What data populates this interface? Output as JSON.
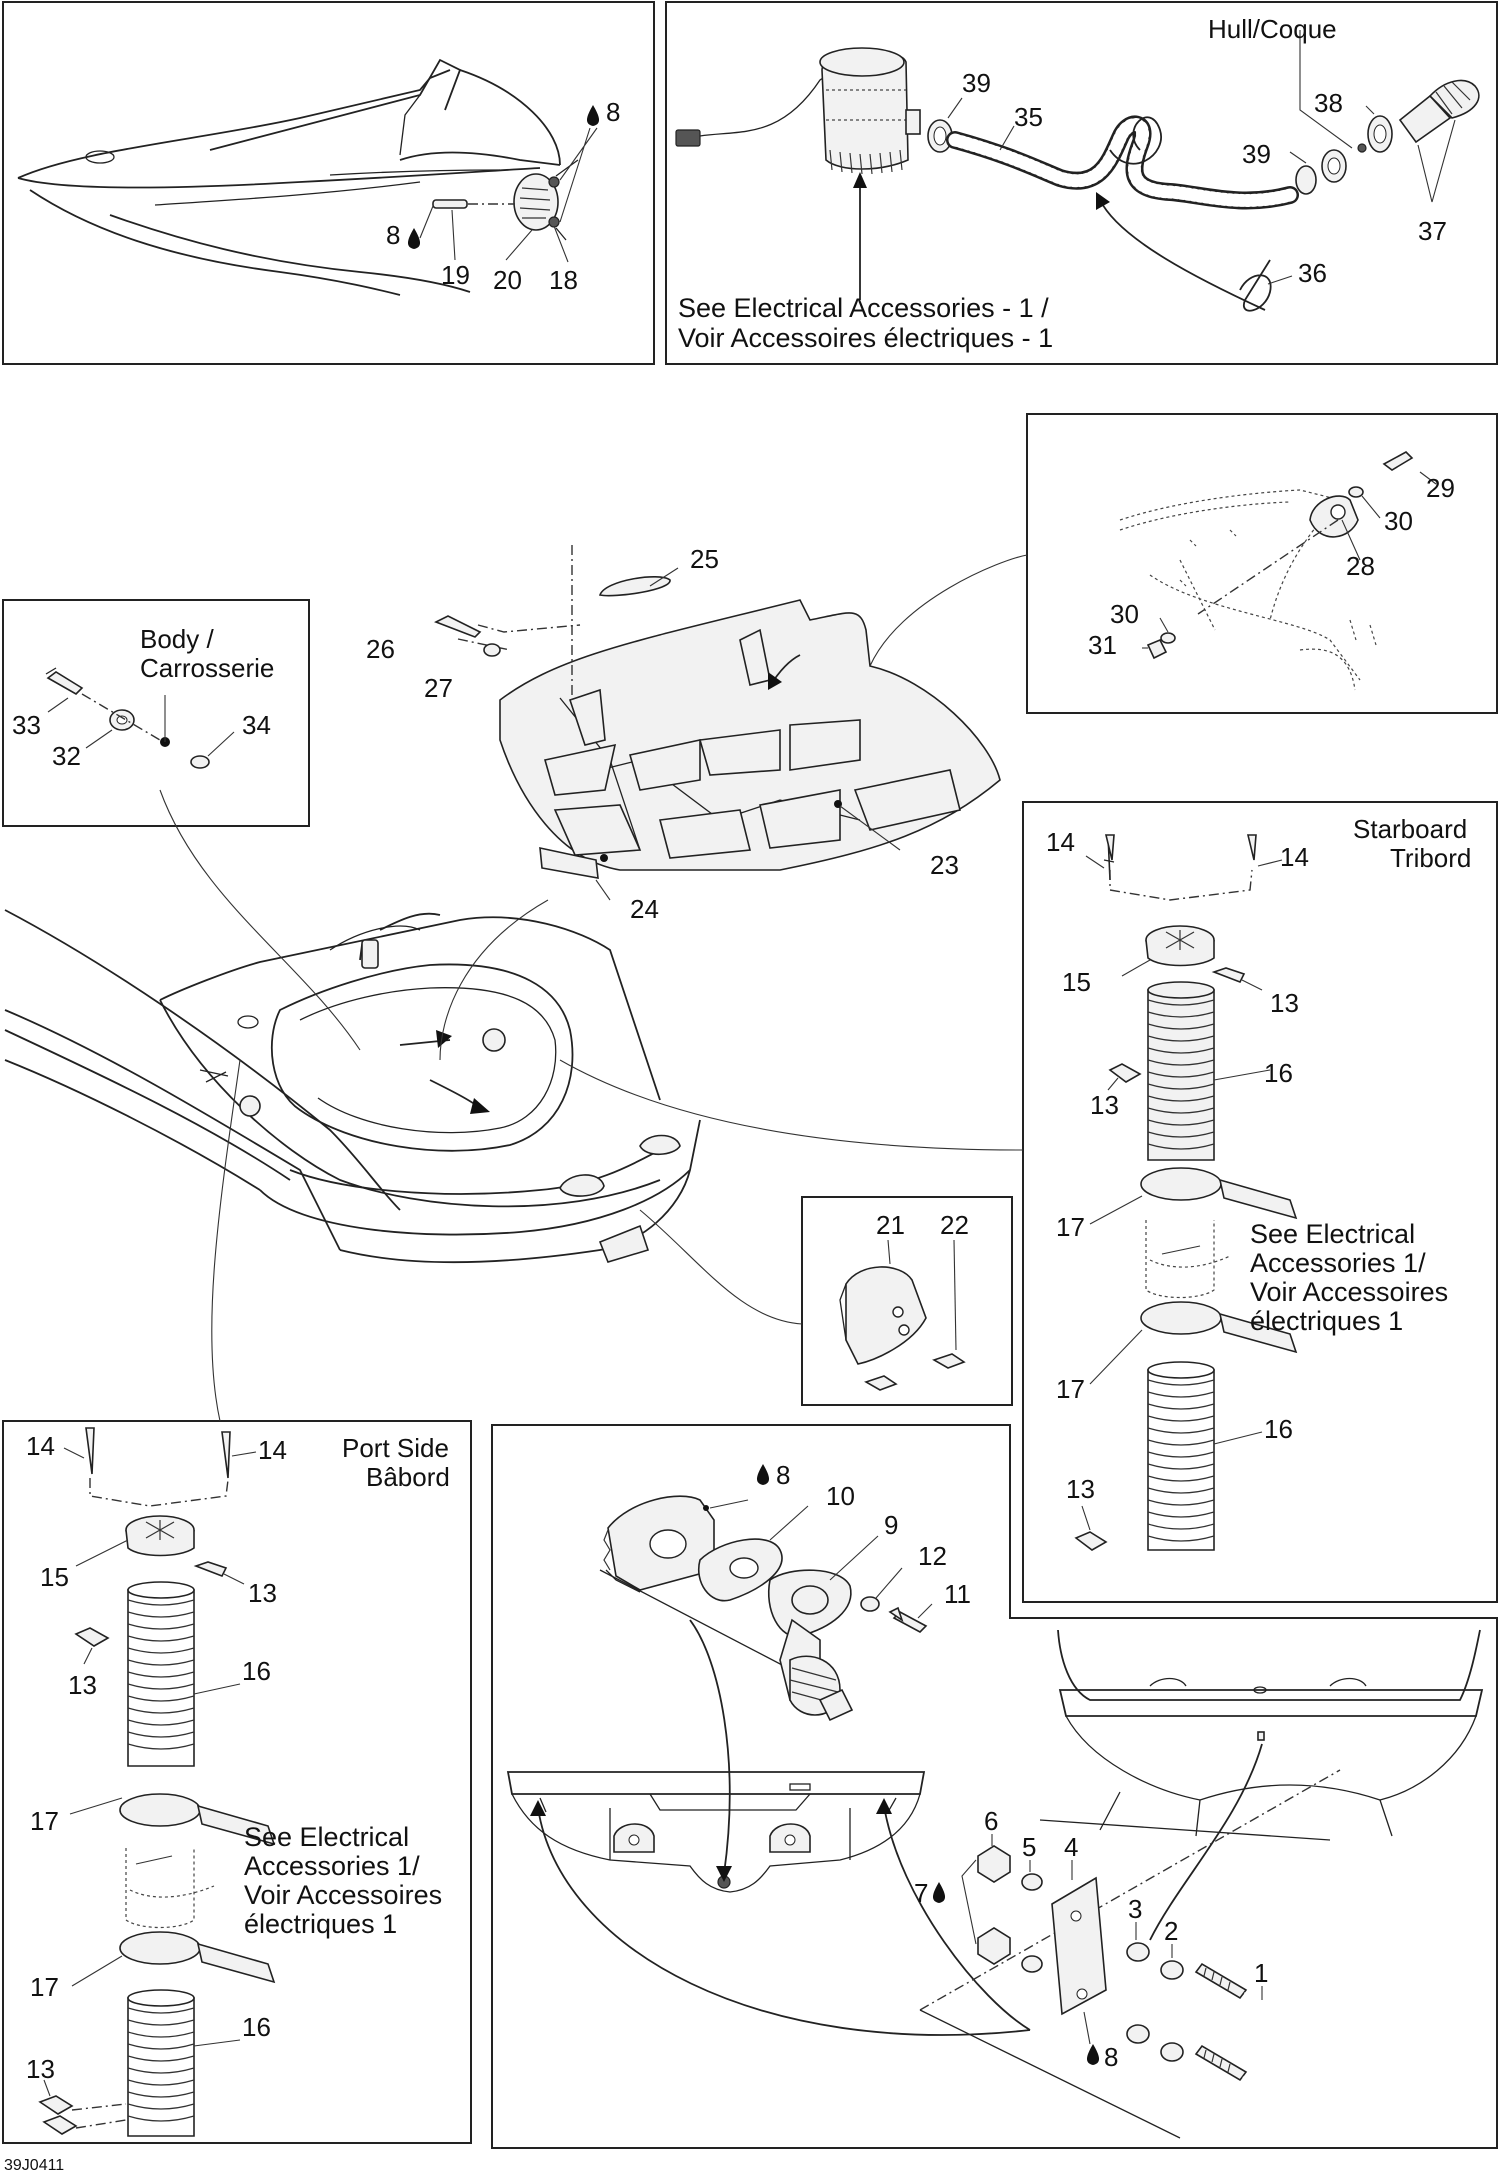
{
  "diagram_code": "39J0411",
  "panels": {
    "hull": {
      "title": "Hull/Coque"
    },
    "body": {
      "title_line1": "Body /",
      "title_line2": "Carrosserie"
    },
    "starboard": {
      "title_line1": "Starboard",
      "title_line2": "Tribord"
    },
    "port": {
      "title_line1": "Port Side",
      "title_line2": "Bâbord"
    }
  },
  "notes": {
    "electrical_top": {
      "line1": "See Electrical Accessories - 1 /",
      "line2": "Voir Accessoires électriques - 1"
    },
    "electrical_starboard": {
      "line1": "See Electrical",
      "line2": "Accessories 1/",
      "line3": "Voir Accessoires",
      "line4": "électriques 1"
    },
    "electrical_port": {
      "line1": "See Electrical",
      "line2": "Accessories 1/",
      "line3": "Voir Accessoires",
      "line4": "électriques 1"
    }
  },
  "callouts": {
    "c8a": "8",
    "c8b": "8",
    "c19": "19",
    "c20": "20",
    "c18": "18",
    "c39a": "39",
    "c35": "35",
    "c38": "38",
    "c39b": "39",
    "c37": "37",
    "c36": "36",
    "c29": "29",
    "c30a": "30",
    "c28": "28",
    "c30b": "30",
    "c31": "31",
    "c25": "25",
    "c26": "26",
    "c27": "27",
    "c23": "23",
    "c24": "24",
    "c33": "33",
    "c32": "32",
    "c34": "34",
    "s14a": "14",
    "s14b": "14",
    "s15": "15",
    "s13a": "13",
    "s13b": "13",
    "s16a": "16",
    "s17a": "17",
    "s17b": "17",
    "s16b": "16",
    "s13c": "13",
    "c21": "21",
    "c22": "22",
    "p14a": "14",
    "p14b": "14",
    "p15": "15",
    "p13a": "13",
    "p13b": "13",
    "p16a": "16",
    "p17a": "17",
    "p17b": "17",
    "p16b": "16",
    "p13c": "13",
    "c8c": "8",
    "c10": "10",
    "c9": "9",
    "c12": "12",
    "c11": "11",
    "c6": "6",
    "c5": "5",
    "c4": "4",
    "c7": "7",
    "c3": "3",
    "c2": "2",
    "c1": "1",
    "c8d": "8"
  }
}
